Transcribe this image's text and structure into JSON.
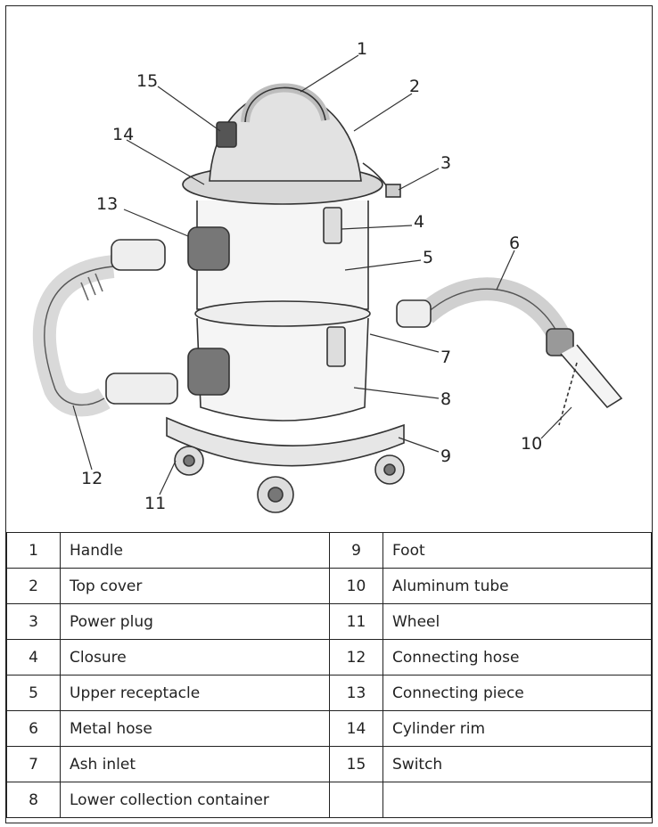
{
  "callouts": [
    {
      "num": "1"
    },
    {
      "num": "2"
    },
    {
      "num": "3"
    },
    {
      "num": "4"
    },
    {
      "num": "5"
    },
    {
      "num": "6"
    },
    {
      "num": "7"
    },
    {
      "num": "8"
    },
    {
      "num": "9"
    },
    {
      "num": "10"
    },
    {
      "num": "11"
    },
    {
      "num": "12"
    },
    {
      "num": "13"
    },
    {
      "num": "14"
    },
    {
      "num": "15"
    }
  ],
  "legend": {
    "rows": [
      {
        "left_num": "1",
        "left_label": "Handle",
        "right_num": "9",
        "right_label": "Foot"
      },
      {
        "left_num": "2",
        "left_label": "Top cover",
        "right_num": "10",
        "right_label": "Aluminum tube"
      },
      {
        "left_num": "3",
        "left_label": "Power plug",
        "right_num": "11",
        "right_label": "Wheel"
      },
      {
        "left_num": "4",
        "left_label": "Closure",
        "right_num": "12",
        "right_label": "Connecting hose"
      },
      {
        "left_num": "5",
        "left_label": "Upper receptacle",
        "right_num": "13",
        "right_label": "Connecting piece"
      },
      {
        "left_num": "6",
        "left_label": "Metal hose",
        "right_num": "14",
        "right_label": "Cylinder rim"
      },
      {
        "left_num": "7",
        "left_label": "Ash inlet",
        "right_num": "15",
        "right_label": "Switch"
      },
      {
        "left_num": "8",
        "left_label": "Lower collection container",
        "right_num": "",
        "right_label": ""
      }
    ]
  }
}
